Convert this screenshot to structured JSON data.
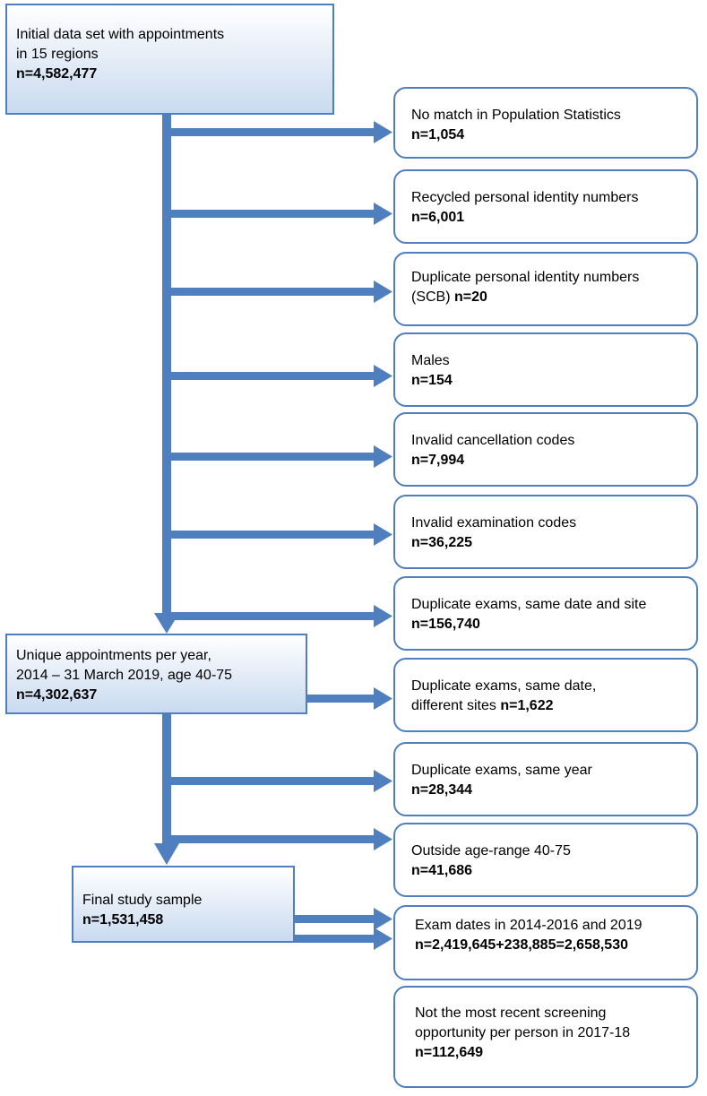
{
  "colors": {
    "arrow": "#4f7fbf",
    "box_border": "#4f7fbf",
    "box_fill_top": "#ffffff",
    "box_fill_bottom": "#c9daf0"
  },
  "initial": {
    "line1": "Initial data set with appointments",
    "line2": "in 15 regions",
    "count": "n=4,582,477"
  },
  "unique": {
    "line1": "Unique appointments per year,",
    "line2": "2014 – 31 March 2019, age 40-75",
    "count": "n=4,302,637"
  },
  "final": {
    "label": "Final study sample",
    "count": "n=1,531,458"
  },
  "exclusions": [
    {
      "text": "No match in Population Statistics",
      "count": "n=1,054"
    },
    {
      "text": "Recycled personal identity numbers",
      "count": "n=6,001"
    },
    {
      "line1": "Duplicate personal identity numbers",
      "line2": "(SCB)",
      "count": "n=20"
    },
    {
      "text": "Males",
      "count": "n=154"
    },
    {
      "text": "Invalid cancellation codes",
      "count": "n=7,994"
    },
    {
      "text": "Invalid examination codes",
      "count": "n=36,225"
    },
    {
      "text": "Duplicate exams, same date and site",
      "count": "n=156,740"
    },
    {
      "line1": "Duplicate exams, same date,",
      "line2": "different sites",
      "count": "n=1,622"
    },
    {
      "text": "Duplicate exams, same year",
      "count": "n=28,344"
    },
    {
      "text": "Outside age-range 40-75",
      "count": "n=41,686"
    },
    {
      "text": "Exam dates in 2014-2016 and 2019",
      "count": "n=2,419,645+238,885=2,658,530"
    },
    {
      "line1": "Not the most recent screening",
      "line2": "opportunity per person in 2017-18",
      "count": "n=112,649"
    }
  ]
}
